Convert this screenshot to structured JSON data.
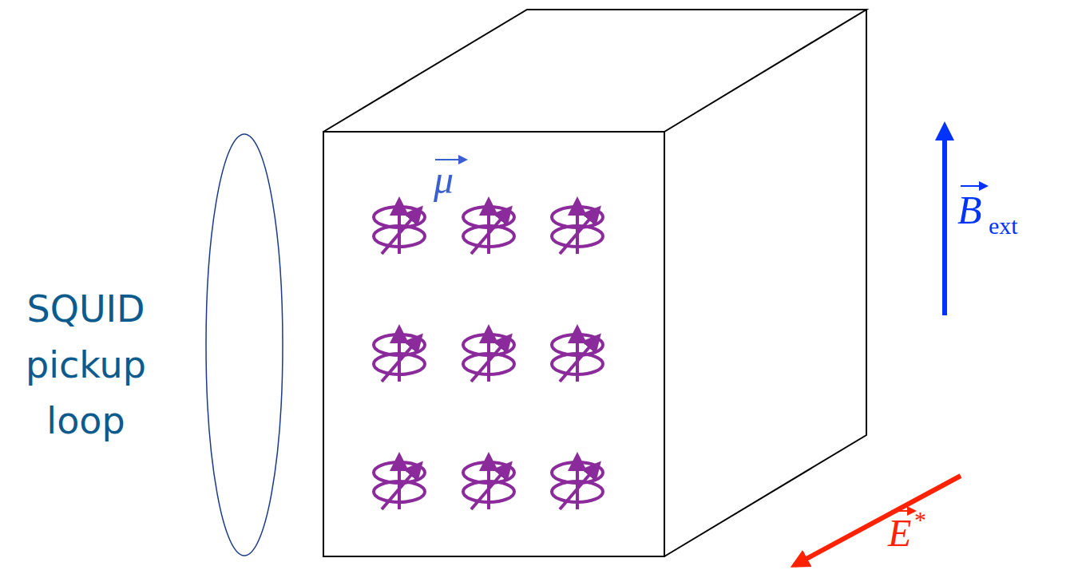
{
  "diagram": {
    "labels": [
      "SQUID pickup loop",
      "μ",
      "B",
      "ext",
      "E",
      "*"
    ]
  }
}
